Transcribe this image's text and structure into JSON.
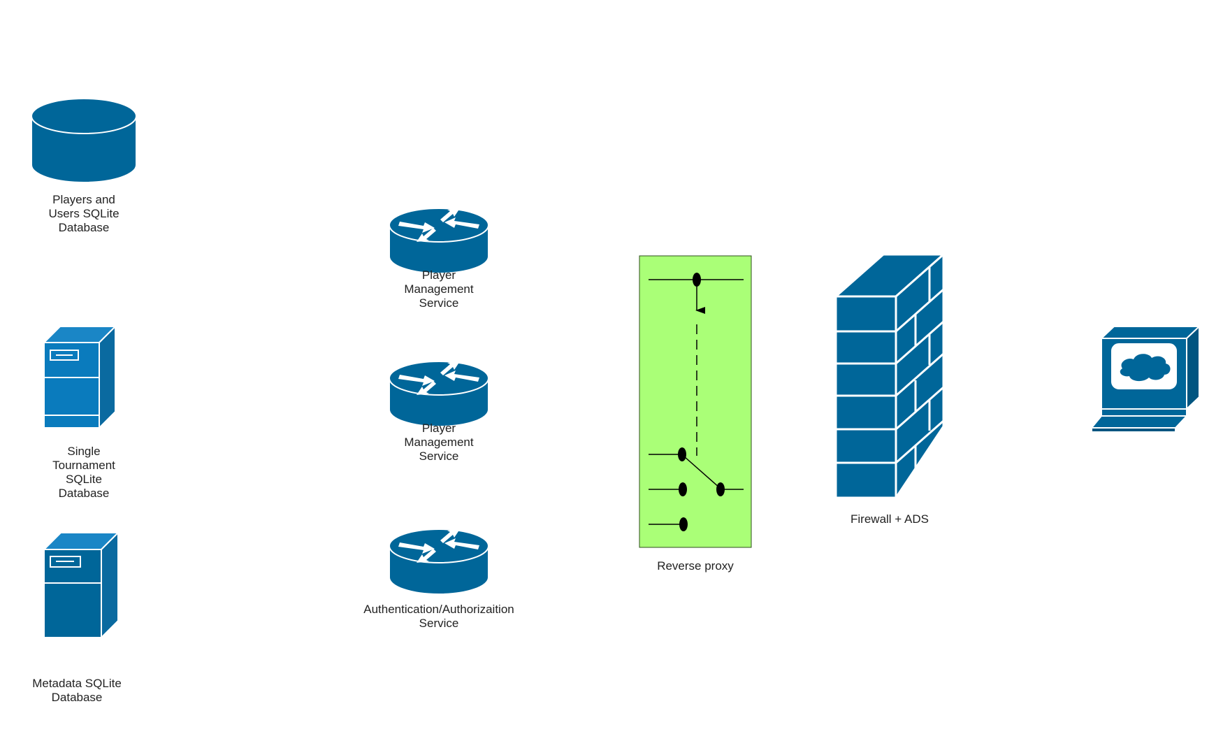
{
  "colors": {
    "icon_fill": "#006699",
    "icon_dark": "#005580",
    "icon_light": "#0a7bbd",
    "proxy_fill": "#aaff77",
    "outline": "#ffffff",
    "black": "#000000"
  },
  "nodes": {
    "players_db": {
      "label": "Players and\nUsers SQLite\nDatabase",
      "icon": "database-cylinder-icon"
    },
    "tournament_db": {
      "label": "Single\nTournament\nSQLite\nDatabase",
      "icon": "server-tower-icon"
    },
    "metadata_db": {
      "label": "Metadata SQLite\nDatabase",
      "icon": "server-tower-icon"
    },
    "player_mgmt_1": {
      "label": "Player\nManagement\nService",
      "icon": "router-icon"
    },
    "player_mgmt_2": {
      "label": "Player\nManagement\nService",
      "icon": "router-icon"
    },
    "auth_service": {
      "label": "Authentication/Authorizaition\nService",
      "icon": "router-icon"
    },
    "reverse_proxy": {
      "label": "Reverse proxy",
      "icon": "switch-schematic-icon"
    },
    "firewall": {
      "label": "Firewall + ADS",
      "icon": "firewall-brick-icon"
    },
    "client": {
      "label": "",
      "icon": "workstation-cloud-icon"
    }
  }
}
